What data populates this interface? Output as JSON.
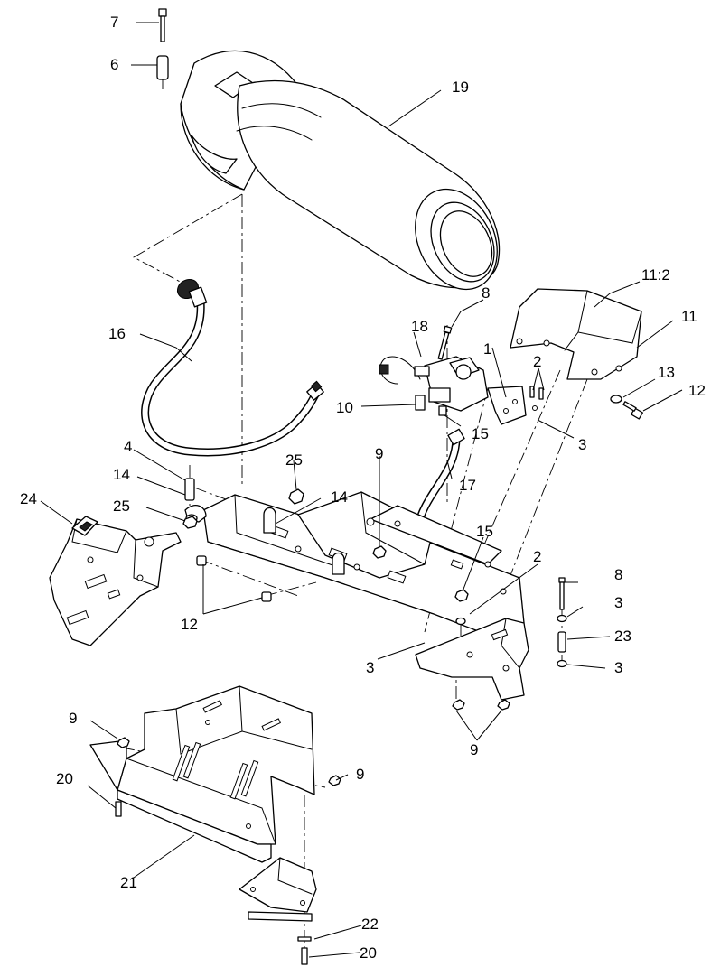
{
  "callouts": [
    {
      "id": "c7",
      "text": "7"
    },
    {
      "id": "c6",
      "text": "6"
    },
    {
      "id": "c19",
      "text": "19"
    },
    {
      "id": "c8a",
      "text": "8"
    },
    {
      "id": "c11_2",
      "text": "11:2"
    },
    {
      "id": "c11",
      "text": "11"
    },
    {
      "id": "c16",
      "text": "16"
    },
    {
      "id": "c18",
      "text": "18"
    },
    {
      "id": "c1",
      "text": "1"
    },
    {
      "id": "c2a",
      "text": "2"
    },
    {
      "id": "c13",
      "text": "13"
    },
    {
      "id": "c12a",
      "text": "12"
    },
    {
      "id": "c10",
      "text": "10"
    },
    {
      "id": "c15a",
      "text": "15"
    },
    {
      "id": "c3a",
      "text": "3"
    },
    {
      "id": "c4",
      "text": "4"
    },
    {
      "id": "c25a",
      "text": "25"
    },
    {
      "id": "c9a",
      "text": "9"
    },
    {
      "id": "c17",
      "text": "17"
    },
    {
      "id": "c14a",
      "text": "14"
    },
    {
      "id": "c14b",
      "text": "14"
    },
    {
      "id": "c24",
      "text": "24"
    },
    {
      "id": "c25b",
      "text": "25"
    },
    {
      "id": "c15b",
      "text": "15"
    },
    {
      "id": "c2b",
      "text": "2"
    },
    {
      "id": "c8b",
      "text": "8"
    },
    {
      "id": "c3b",
      "text": "3"
    },
    {
      "id": "c23",
      "text": "23"
    },
    {
      "id": "c12b",
      "text": "12"
    },
    {
      "id": "c3c",
      "text": "3"
    },
    {
      "id": "c3d",
      "text": "3"
    },
    {
      "id": "c9b",
      "text": "9"
    },
    {
      "id": "c9c",
      "text": "9"
    },
    {
      "id": "c9d",
      "text": "9"
    },
    {
      "id": "c20a",
      "text": "20"
    },
    {
      "id": "c21",
      "text": "21"
    },
    {
      "id": "c22",
      "text": "22"
    },
    {
      "id": "c20b",
      "text": "20"
    }
  ]
}
